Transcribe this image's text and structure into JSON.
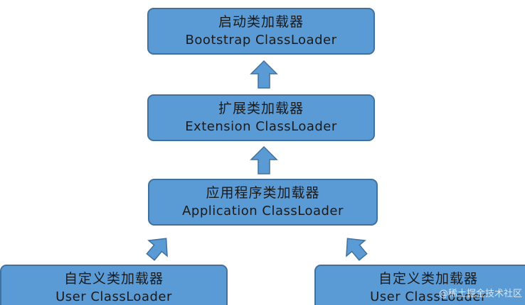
{
  "nodes": {
    "bootstrap": {
      "cn": "启动类加载器",
      "en": "Bootstrap ClassLoader"
    },
    "extension": {
      "cn": "扩展类加载器",
      "en": "Extension ClassLoader"
    },
    "application": {
      "cn": "应用程序类加载器",
      "en": "Application ClassLoader"
    },
    "user_left": {
      "cn": "自定义类加载器",
      "en": "User ClassLoader"
    },
    "user_right": {
      "cn": "自定义类加载器",
      "en": "User ClassLoader"
    }
  },
  "colors": {
    "box_fill": "#5b9bd5",
    "box_border": "#41719c",
    "arrow_fill": "#5b9bd5"
  },
  "watermark": "@稀土掘金技术社区"
}
